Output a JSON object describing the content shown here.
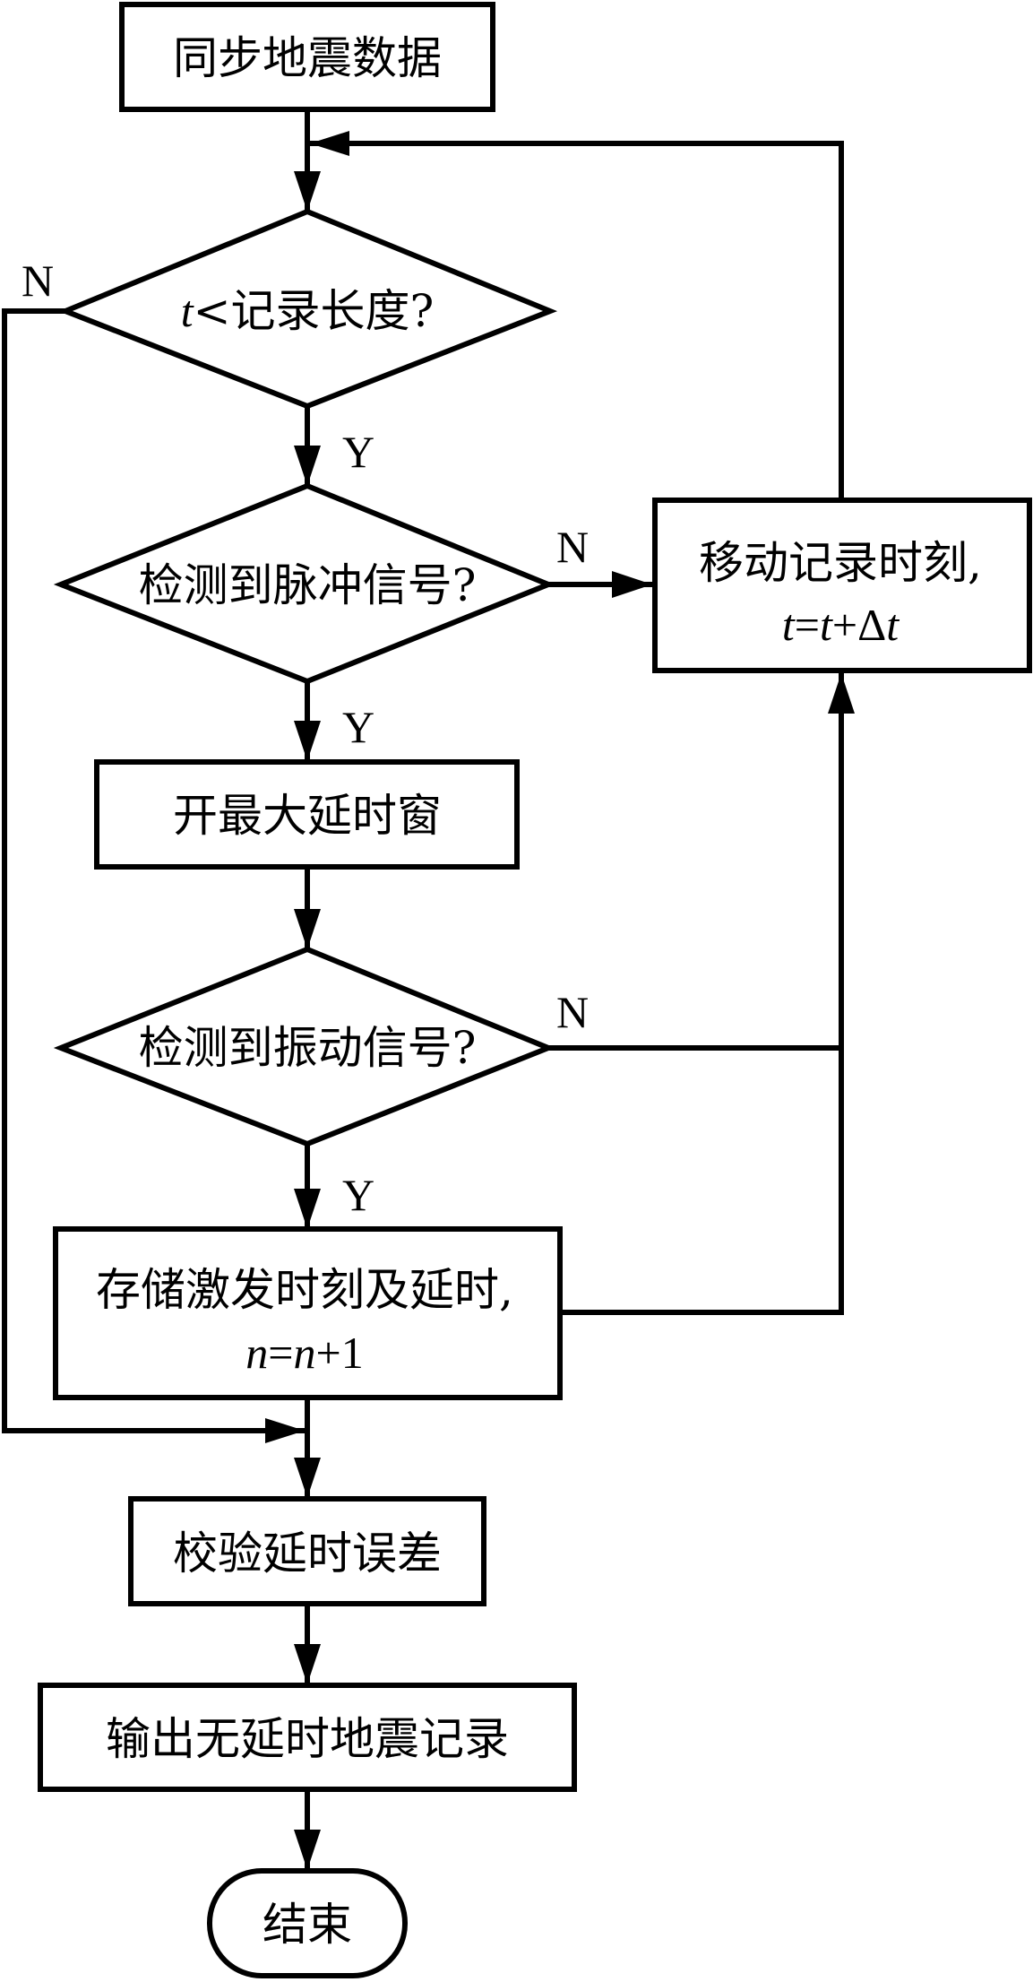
{
  "flowchart": {
    "colors": {
      "stroke": "#000000",
      "background": "#ffffff"
    },
    "nodes": {
      "start": {
        "type": "process",
        "label": "同步地震数据"
      },
      "decision_length": {
        "type": "decision",
        "var": "t",
        "label": "<记录长度?"
      },
      "decision_pulse": {
        "type": "decision",
        "label": "检测到脉冲信号?"
      },
      "open_window": {
        "type": "process",
        "label": "开最大延时窗"
      },
      "decision_vibration": {
        "type": "decision",
        "label": "检测到振动信号?"
      },
      "store": {
        "type": "process",
        "line1": "存储激发时刻及延时,",
        "line2_var1": "n",
        "line2_eq": "=",
        "line2_var2": "n",
        "line2_rest": "+1"
      },
      "move_time": {
        "type": "process",
        "line1": "移动记录时刻,",
        "line2_var1": "t",
        "line2_eq": "=",
        "line2_var2": "t",
        "line2_plus": "+Δ",
        "line2_var3": "t"
      },
      "verify": {
        "type": "process",
        "label": "校验延时误差"
      },
      "output": {
        "type": "process",
        "label": "输出无延时地震记录"
      },
      "end": {
        "type": "terminal",
        "label": "结束"
      }
    },
    "edge_labels": {
      "length_no": "N",
      "length_yes": "Y",
      "pulse_no": "N",
      "pulse_yes": "Y",
      "vibration_no": "N",
      "vibration_yes": "Y"
    },
    "edges": [
      {
        "from": "start",
        "to": "decision_length"
      },
      {
        "from": "decision_length",
        "to": "decision_pulse",
        "label": "Y"
      },
      {
        "from": "decision_length",
        "to": "verify",
        "label": "N"
      },
      {
        "from": "decision_pulse",
        "to": "open_window",
        "label": "Y"
      },
      {
        "from": "decision_pulse",
        "to": "move_time",
        "label": "N"
      },
      {
        "from": "open_window",
        "to": "decision_vibration"
      },
      {
        "from": "decision_vibration",
        "to": "store",
        "label": "Y"
      },
      {
        "from": "decision_vibration",
        "to": "move_time",
        "label": "N"
      },
      {
        "from": "store",
        "to": "move_time"
      },
      {
        "from": "move_time",
        "to": "decision_length"
      },
      {
        "from": "store",
        "to": "verify"
      },
      {
        "from": "verify",
        "to": "output"
      },
      {
        "from": "output",
        "to": "end"
      }
    ]
  }
}
